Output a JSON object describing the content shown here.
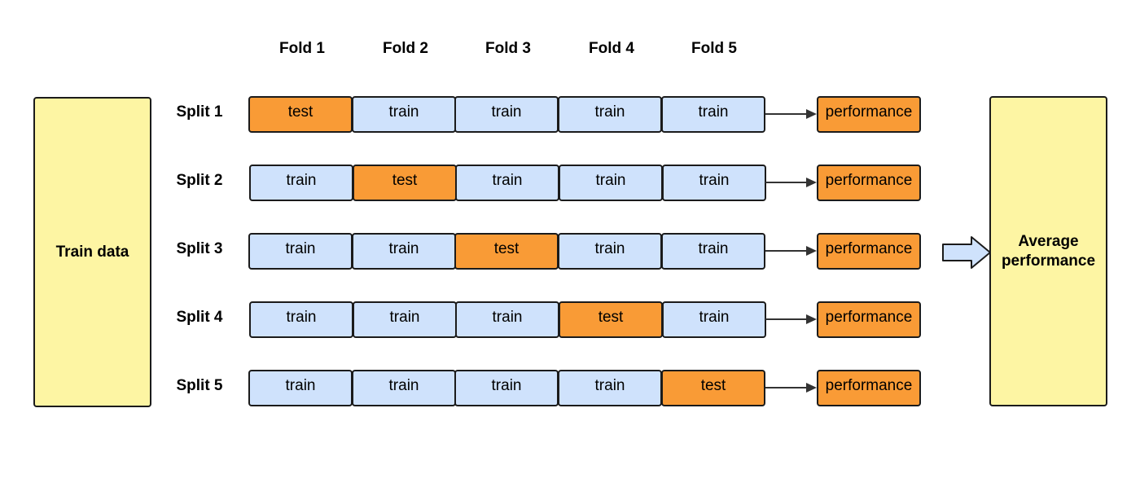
{
  "colors": {
    "train": "#cfe2fc",
    "test": "#f99b36",
    "summary_box": "#fdf5a3",
    "border": "#1b1b1b"
  },
  "train_data_label": "Train data",
  "average_label": "Average performance",
  "folds": [
    "Fold 1",
    "Fold 2",
    "Fold 3",
    "Fold 4",
    "Fold 5"
  ],
  "splits": [
    {
      "label": "Split 1",
      "cells": [
        "test",
        "train",
        "train",
        "train",
        "train"
      ],
      "result": "performance"
    },
    {
      "label": "Split 2",
      "cells": [
        "train",
        "test",
        "train",
        "train",
        "train"
      ],
      "result": "performance"
    },
    {
      "label": "Split 3",
      "cells": [
        "train",
        "train",
        "test",
        "train",
        "train"
      ],
      "result": "performance"
    },
    {
      "label": "Split 4",
      "cells": [
        "train",
        "train",
        "train",
        "test",
        "train"
      ],
      "result": "performance"
    },
    {
      "label": "Split 5",
      "cells": [
        "train",
        "train",
        "train",
        "train",
        "test"
      ],
      "result": "performance"
    }
  ]
}
